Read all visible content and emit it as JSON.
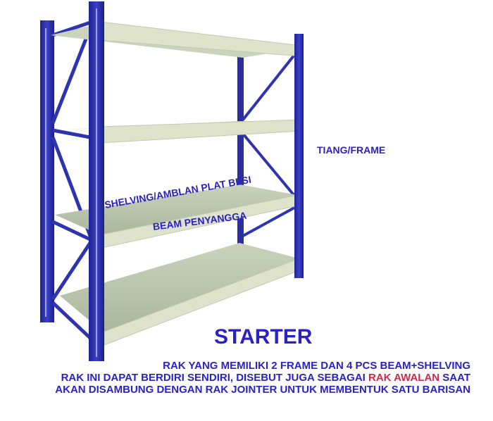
{
  "colors": {
    "text_blue": "#2a22c4",
    "highlight_red": "#d0284a",
    "frame_blue": "#2b2ea6",
    "beam_cream": "#dfe3cc",
    "deck_green": "#b8c4aa"
  },
  "labels": {
    "frame": "TIANG/FRAME",
    "shelving": "SHELVING/AMBLAN PLAT BESI",
    "beam": "BEAM PENYANGGA"
  },
  "title": "STARTER",
  "description": {
    "line1": "RAK YANG MEMILIKI 2 FRAME DAN 4 PCS BEAM+SHELVING",
    "line2_a": "RAK INI DAPAT BERDIRI SENDIRI, DISEBUT JUGA SEBAGAI ",
    "line2_highlight": "RAK AWALAN",
    "line2_b": " SAAT",
    "line3": "AKAN DISAMBUNG DENGAN RAK JOINTER UNTUK MEMBENTUK SATU BARISAN"
  }
}
